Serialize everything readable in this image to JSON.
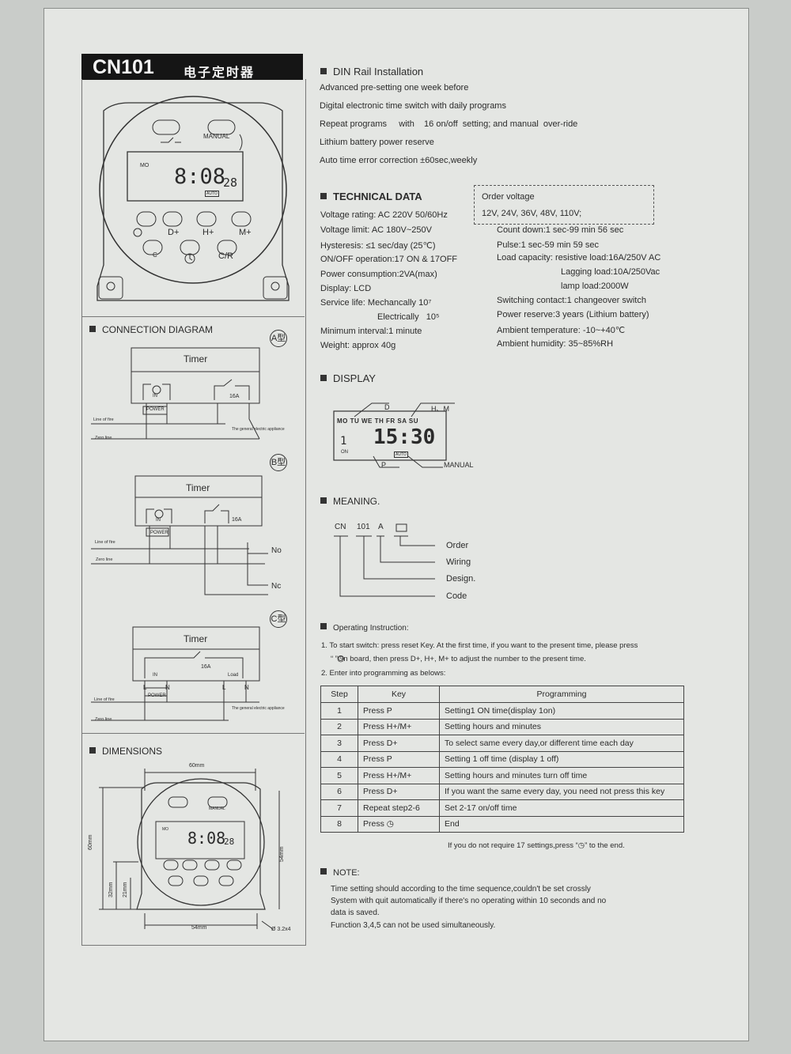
{
  "header": {
    "model": "CN101",
    "cn_title": "电子定时器",
    "manual_label": "MANUAL"
  },
  "device": {
    "day": "MO",
    "time": "8:08",
    "seconds": "28",
    "auto": "AUTO",
    "buttons": [
      "D+",
      "H+",
      "M+",
      "C",
      "C/R"
    ]
  },
  "features": [
    "DIN Rail Installation",
    "Advanced pre-setting one week before",
    "Digital electronic time switch with daily programs",
    "Repeat programs     with    16 on/off  setting; and manual  over-ride",
    "Lithium battery power reserve",
    "Auto time error correction  ±60sec,weekly"
  ],
  "technical": {
    "heading": "TECHNICAL DATA",
    "order_voltage_label": "Order voltage",
    "order_voltage_values": "12V, 24V, 36V, 48V, 110V;",
    "left": [
      "Voltage rating: AC 220V 50/60Hz",
      "Voltage limit: AC 180V~250V",
      "Hysteresis: ≤1 sec/day (25℃)",
      "ON/OFF operation:17 ON & 17OFF",
      "Power consumption:2VA(max)",
      "Display: LCD",
      "Service life: Mechancally  10⁷",
      "Electrically   10⁵",
      "Minimum interval:1 minute",
      "Weight: approx 40g"
    ],
    "right": [
      "Count down:1 sec-99 min 56 sec",
      "Pulse:1 sec-59 min 59 sec",
      "Load capacity: resistive load:16A/250V AC",
      "Lagging load:10A/250Vac",
      "lamp load:2000W",
      "Switching contact:1 changeover switch",
      "Power reserve:3 years (Lithium battery)",
      "Ambient temperature: -10~+40℃",
      "Ambient humidity: 35~85%RH"
    ]
  },
  "connection": {
    "heading": "CONNECTION DIAGRAM",
    "type_a": "A型",
    "type_b": "B型",
    "type_c": "C型",
    "timer": "Timer",
    "power": "POWER",
    "in": "IN",
    "load": "Load",
    "amp": "16A",
    "line_of_fire": "Line of fire",
    "zero_line": "Zero line",
    "appliance": "The general electric appliance",
    "no": "No",
    "nc": "Nc",
    "L": "L",
    "N": "N"
  },
  "display": {
    "heading": "DISPLAY",
    "days": "MO TU WE TH FR SA SU",
    "time": "15:30",
    "on_digit": "1",
    "on": "ON",
    "auto": "AUTO",
    "label_d": "D",
    "label_hm": "H、M",
    "label_p": "P",
    "label_manual": "MANUAL"
  },
  "meaning": {
    "heading": "MEANING.",
    "code": [
      "CN",
      "101",
      "A"
    ],
    "labels": [
      "Order",
      "Wiring",
      "Design.",
      "Code"
    ]
  },
  "dimensions": {
    "heading": "DIMENSIONS",
    "w60": "60mm",
    "h60": "60mm",
    "h54": "54mm",
    "h32": "32mm",
    "h21": "21mm",
    "w54": "54mm",
    "hole": "Ø 3.2x4"
  },
  "operating": {
    "heading": "Operating Instruction:",
    "step1_a": "1.  To start switch: press reset Key. At the first time, if you want to the present time, please press",
    "step1_b": "“ ”On board, then press D+, H+, M+ to adjust the number to the present time.",
    "step2": "2.  Enter into programming as belows:",
    "table_headers": [
      "Step",
      "Key",
      "Programming"
    ],
    "rows": [
      [
        "1",
        "Press P",
        "Setting1 ON time(display 1on)"
      ],
      [
        "2",
        "Press H+/M+",
        "Setting hours and minutes"
      ],
      [
        "3",
        "Press D+",
        "To select same every day,or different time each day"
      ],
      [
        "4",
        "Press P",
        "Setting 1 off time (display 1 off)"
      ],
      [
        "5",
        "Press H+/M+",
        "Setting hours and minutes turn off time"
      ],
      [
        "6",
        "Press D+",
        "If you want the same every day, you need not press this key"
      ],
      [
        "7",
        "Repeat step2-6",
        "Set 2-17 on/off time"
      ],
      [
        "8",
        "Press",
        "End"
      ]
    ],
    "footnote_a": "If you do not require 17 settings,press “",
    "footnote_b": "” to the end."
  },
  "note": {
    "heading": "NOTE:",
    "lines": [
      "Time setting should according to the time sequence,couldn't be set crossly",
      "System with quit automatically if there's no operating within 10 seconds and no",
      "data is saved.",
      "Function 3,4,5 can not be used simultaneously."
    ]
  }
}
